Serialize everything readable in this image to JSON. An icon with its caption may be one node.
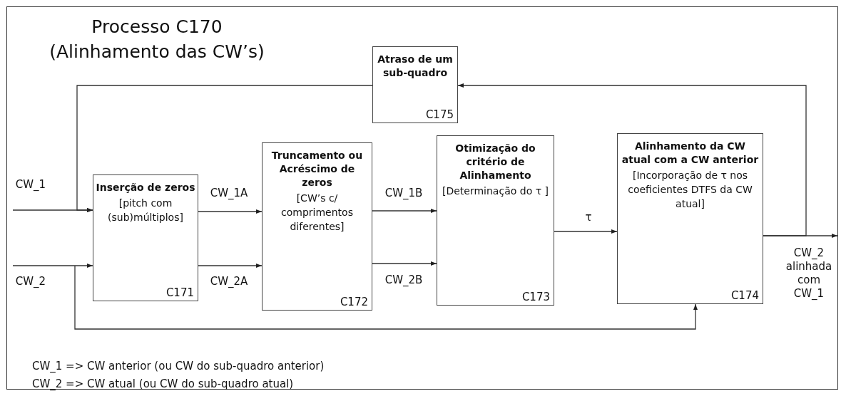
{
  "diagram": {
    "title": "Processo C170 (Alinhamento das CW’s)",
    "nodes": [
      {
        "text": [
          "Inserção de zeros",
          "[pitch com (sub)múltiplos]",
          "C171"
        ]
      },
      {
        "text": [
          "Truncamento ou Acréscimo de zeros",
          "[CW’s c/ comprimentos diferentes]",
          "C172"
        ]
      },
      {
        "text": [
          "Otimização do critério de Alinhamento",
          "[Determinação do τ ]",
          "C173"
        ]
      },
      {
        "text": [
          "Alinhamento da CW atual com a CW anterior",
          "[Incorporação de τ nos coeficientes DTFS da CW atual]",
          "C174"
        ]
      },
      {
        "text": [
          "Atraso de um sub-quadro",
          "C175"
        ]
      }
    ],
    "edges": [
      {
        "from": null,
        "to": 0,
        "arrow": "to",
        "label": "CW_1"
      },
      {
        "from": null,
        "to": 0,
        "arrow": "to",
        "label": "CW_2"
      },
      {
        "from": null,
        "to": 3,
        "arrow": "to"
      },
      {
        "from": 0,
        "to": 1,
        "arrow": "to",
        "label": "CW_1A"
      },
      {
        "from": 0,
        "to": 1,
        "arrow": "to",
        "label": "CW_2A"
      },
      {
        "from": 1,
        "to": 2,
        "arrow": "to",
        "label": "CW_1B"
      },
      {
        "from": 1,
        "to": 2,
        "arrow": "to",
        "label": "CW_2B"
      },
      {
        "from": 2,
        "to": 3,
        "arrow": "to",
        "label": "τ"
      },
      {
        "from": 3,
        "to": null,
        "arrow": "to",
        "label": "CW_2 alinhada com CW_1"
      },
      {
        "from": 3,
        "to": 4,
        "arrow": "to"
      },
      {
        "from": 4,
        "to": 0,
        "arrow": "to"
      }
    ],
    "labels": [
      "CW_1 => CW anterior (ou CW do sub-quadro anterior)",
      "CW_2 => CW atual (ou CW do sub-quadro atual)"
    ]
  }
}
